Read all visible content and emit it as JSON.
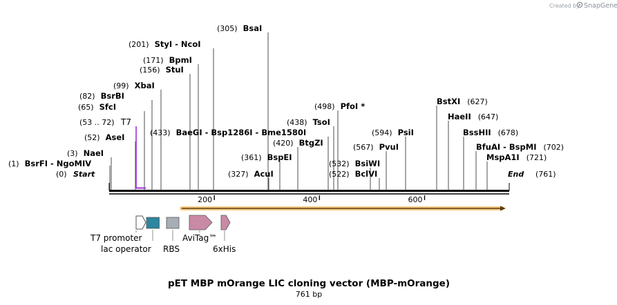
{
  "header": {
    "created_by": "Created by",
    "brand": "SnapGene"
  },
  "map": {
    "length_bp": 761,
    "start_label": "Start",
    "start_pos": "(0)",
    "end_label": "End",
    "end_pos": "(761)",
    "ruler_ticks": [
      {
        "bp": 200,
        "label": "200"
      },
      {
        "bp": 400,
        "label": "400"
      },
      {
        "bp": 600,
        "label": "600"
      }
    ],
    "sites": [
      {
        "pos": "(1)",
        "names": [
          "BsrFI",
          "NgoMIV"
        ],
        "bp": 1
      },
      {
        "pos": "(3)",
        "names": [
          "NaeI"
        ],
        "bp": 3
      },
      {
        "pos": "(52)",
        "names": [
          "AseI"
        ],
        "bp": 52
      },
      {
        "pos": "(65)",
        "names": [
          "SfcI"
        ],
        "bp": 65
      },
      {
        "pos": "(82)",
        "names": [
          "BsrBI"
        ],
        "bp": 82
      },
      {
        "pos": "(99)",
        "names": [
          "XbaI"
        ],
        "bp": 99
      },
      {
        "pos": "(156)",
        "names": [
          "StuI"
        ],
        "bp": 156
      },
      {
        "pos": "(171)",
        "names": [
          "BpmI"
        ],
        "bp": 171
      },
      {
        "pos": "(201)",
        "names": [
          "StyI",
          "NcoI"
        ],
        "bp": 201
      },
      {
        "pos": "(305)",
        "names": [
          "BsaI"
        ],
        "bp": 305
      },
      {
        "pos": "(433)",
        "names": [
          "BaeGI",
          "Bsp1286I",
          "Bme1580I"
        ],
        "bp": 433
      },
      {
        "pos": "(327)",
        "names": [
          "AcuI"
        ],
        "bp": 327
      },
      {
        "pos": "(361)",
        "names": [
          "BspEI"
        ],
        "bp": 361
      },
      {
        "pos": "(420)",
        "names": [
          "BtgZI"
        ],
        "bp": 420
      },
      {
        "pos": "(438)",
        "names": [
          "TsoI"
        ],
        "bp": 438
      },
      {
        "pos": "(498)",
        "names": [
          "PfoI *"
        ],
        "bp": 498
      },
      {
        "pos": "(532)",
        "names": [
          "BsiWI"
        ],
        "bp": 532
      },
      {
        "pos": "(522)",
        "names": [
          "BclVI"
        ],
        "bp": 522
      },
      {
        "pos": "(567)",
        "names": [
          "PvuI"
        ],
        "bp": 567
      },
      {
        "pos": "(594)",
        "names": [
          "PsiI"
        ],
        "bp": 594
      },
      {
        "pos": "(627)",
        "names": [
          "BstXI"
        ],
        "bp": 627
      },
      {
        "pos": "(647)",
        "names": [
          "HaeII"
        ],
        "bp": 647
      },
      {
        "pos": "(678)",
        "names": [
          "BssHII"
        ],
        "bp": 678
      },
      {
        "pos": "(702)",
        "names": [
          "BfuAI",
          "BspMI"
        ],
        "bp": 702
      },
      {
        "pos": "(721)",
        "names": [
          "MspA1I"
        ],
        "bp": 721
      }
    ],
    "primer": {
      "range": "(53 .. 72)",
      "name": "T7",
      "color": "#9b30d9"
    },
    "orf_color": "#e8a020",
    "features": {
      "t7_promoter": "T7 promoter",
      "lac_operator": "lac operator",
      "rbs": "RBS",
      "avitag": "AviTag™",
      "his": "6xHis"
    },
    "feature_colors": {
      "lac_operator": "#2e86a0",
      "rbs": "#a8aeb6",
      "avitag": "#c98aa6",
      "his": "#c98aa6",
      "t7_promoter": "#ffffff"
    }
  },
  "footer": {
    "title": "pET MBP mOrange LIC cloning vector (MBP-mOrange)",
    "size": "761 bp"
  }
}
